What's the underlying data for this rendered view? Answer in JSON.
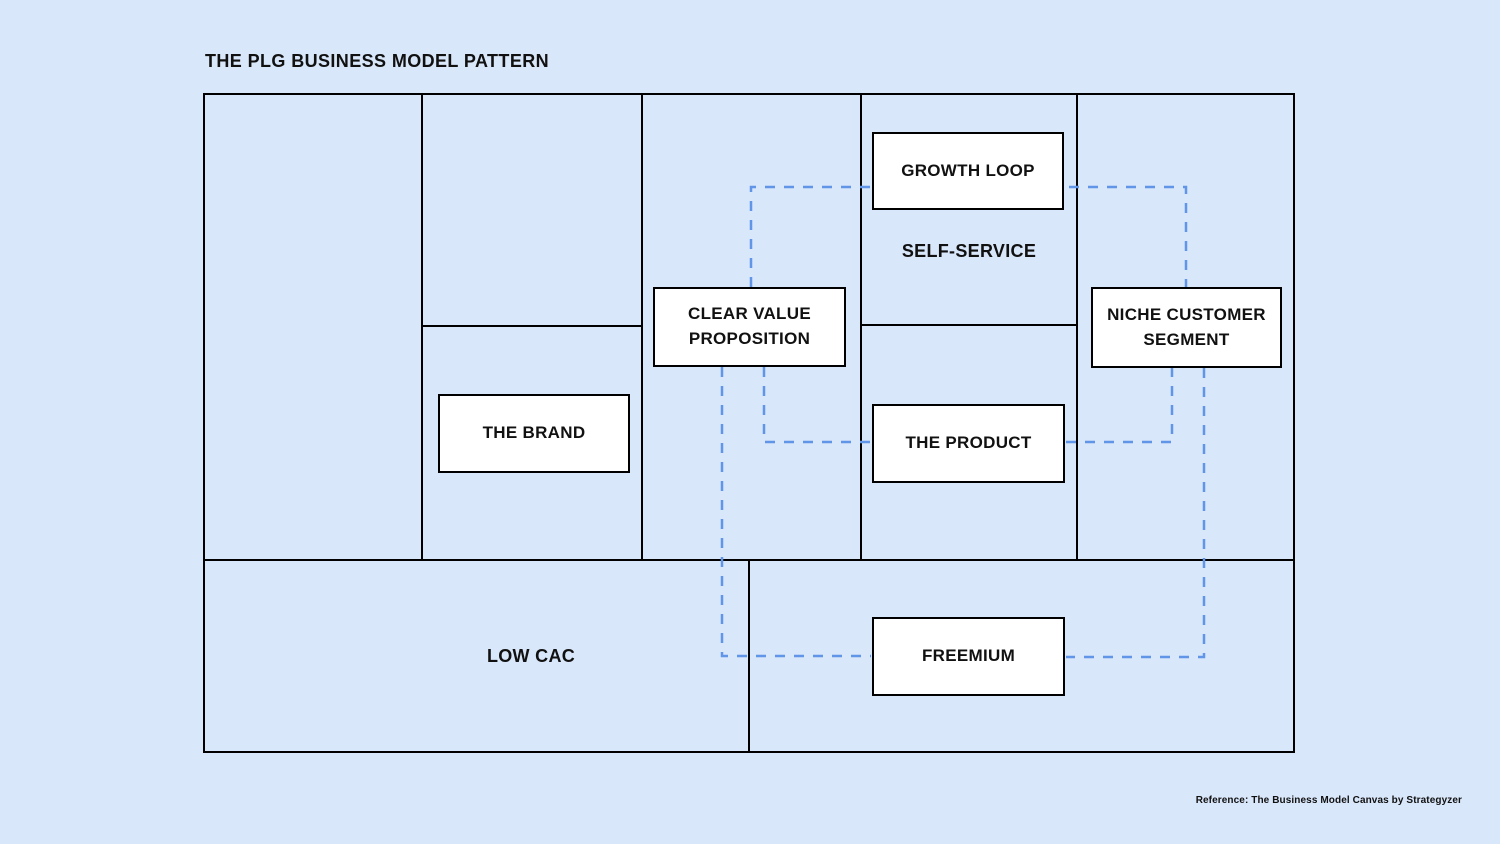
{
  "title": "THE PLG BUSINESS MODEL PATTERN",
  "reference": "Reference: The Business Model Canvas by Strategyzer",
  "colors": {
    "background": "#d9e7fa",
    "grid_line": "#000000",
    "node_background": "#ffffff",
    "node_border": "#000000",
    "connector": "#6195e8"
  },
  "nodes": {
    "growth_loop": {
      "label": "GROWTH LOOP"
    },
    "clear_value_proposition": {
      "label": "CLEAR VALUE PROPOSITION"
    },
    "niche_customer_segment": {
      "label": "NICHE CUSTOMER SEGMENT"
    },
    "the_brand": {
      "label": "THE BRAND"
    },
    "the_product": {
      "label": "THE PRODUCT"
    },
    "freemium": {
      "label": "FREEMIUM"
    }
  },
  "labels": {
    "self_service": "SELF-SERVICE",
    "low_cac": "LOW CAC"
  },
  "connections": [
    {
      "from": "clear_value_proposition",
      "to": "niche_customer_segment",
      "style": "dashed"
    },
    {
      "from": "clear_value_proposition",
      "to": "the_product",
      "style": "dashed"
    },
    {
      "from": "clear_value_proposition",
      "to": "freemium",
      "style": "dashed"
    },
    {
      "from": "the_product",
      "to": "niche_customer_segment",
      "style": "dashed"
    },
    {
      "from": "niche_customer_segment",
      "to": "freemium",
      "style": "dashed"
    }
  ]
}
